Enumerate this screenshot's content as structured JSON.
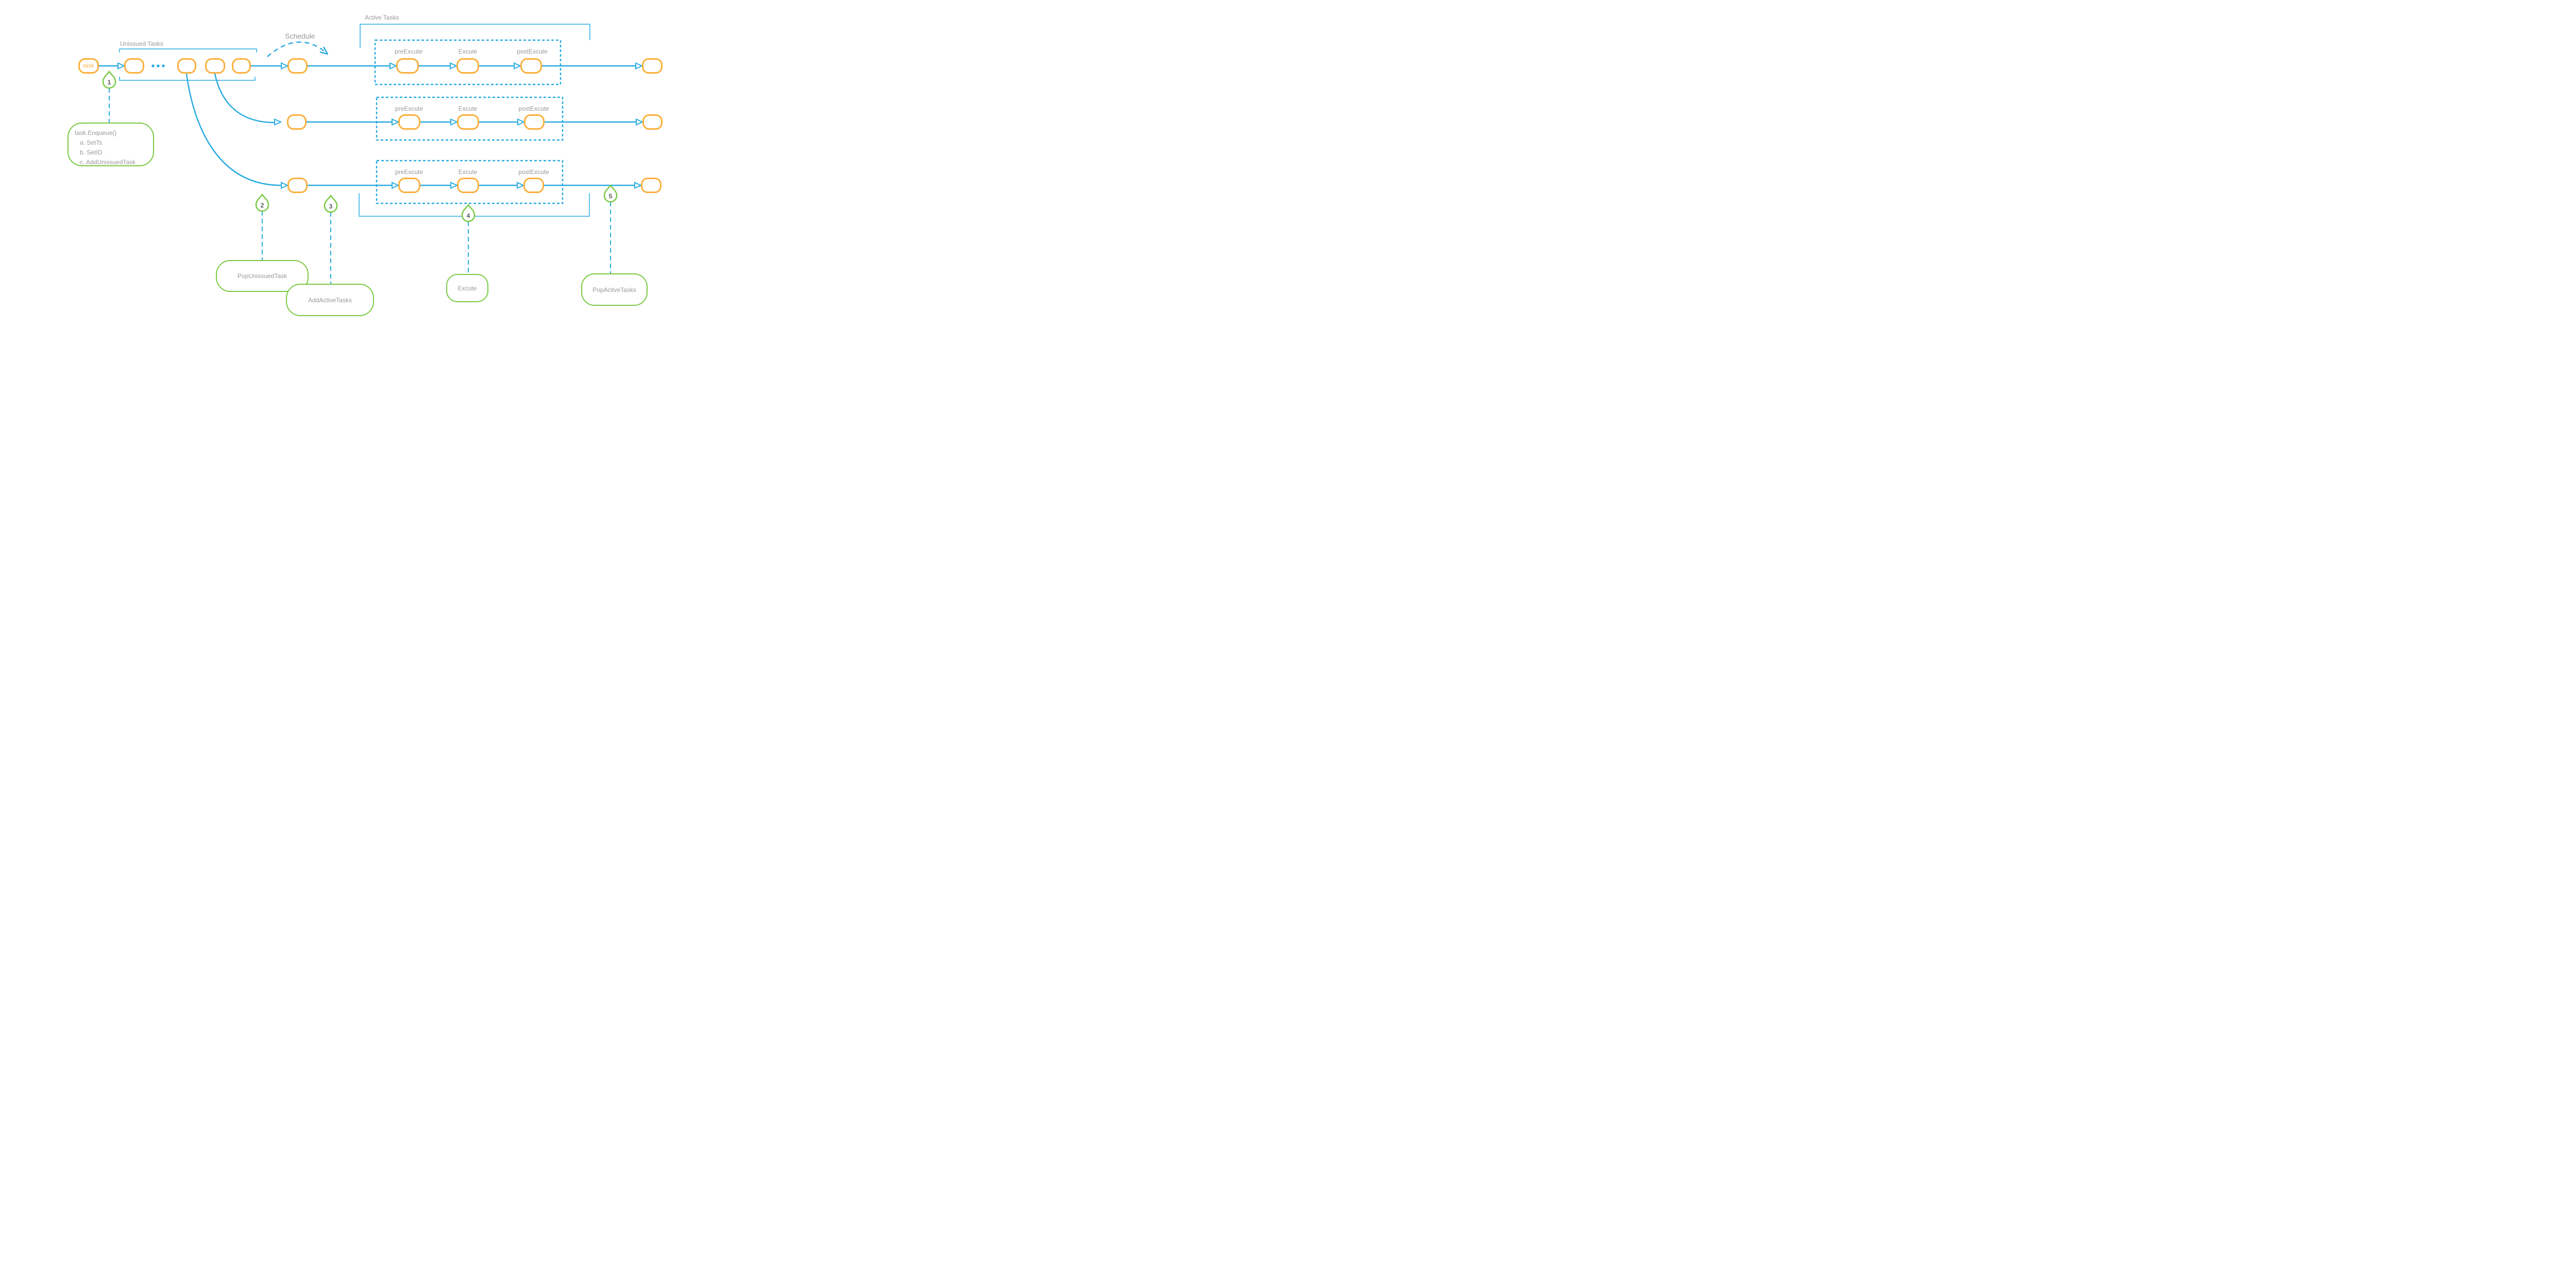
{
  "labels": {
    "unissued_tasks": "Unissued Tasks",
    "schedule": "Schedule",
    "active_tasks": "Active Tasks"
  },
  "task_node": {
    "label": "task"
  },
  "queue": {
    "ellipsis": "···"
  },
  "pipeline_labels": {
    "pre": "preExcute",
    "execute": "Excute",
    "post": "postExcute"
  },
  "markers": [
    {
      "number": "1",
      "callout": [
        "task.Enqueue()",
        "a. SetTs",
        "b. SetID",
        "c. AddUnissuedTask"
      ]
    },
    {
      "number": "2",
      "callout": "PopUnissuedTask"
    },
    {
      "number": "3",
      "callout": "AddActiveTasks"
    },
    {
      "number": "4",
      "callout": "Excute"
    },
    {
      "number": "5",
      "callout": "PopActiveTasks"
    }
  ],
  "colors": {
    "blue": "#29ABE2",
    "orange": "#FBB03B",
    "green": "#7AC943",
    "gray_text": "#999999",
    "number_text": "#58595B"
  }
}
